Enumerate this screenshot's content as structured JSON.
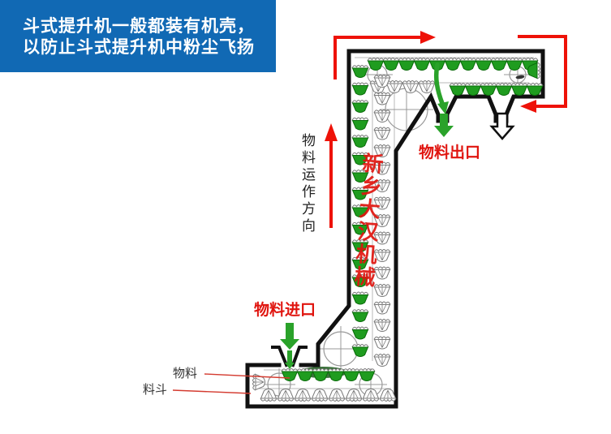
{
  "banner": {
    "line1": "斗式提升机一般都装有机壳，",
    "line2": "以防止斗式提升机中粉尘飞扬"
  },
  "diagram": {
    "flow_direction_label": "物料运作方向",
    "outlet_label": "物料出口",
    "inlet_label": "物料进口",
    "material_label": "物料",
    "bucket_label": "料斗",
    "watermark": "新乡大汉机械"
  },
  "colors": {
    "banner_bg": "#1169b4",
    "banner_text": "#ffffff",
    "arrow_red": "#ee1208",
    "label_red": "#e0150f",
    "arrow_green": "#2aa22a",
    "bucket_green": "#1f9c1f",
    "bucket_green_dark": "#0a6b0a",
    "casing_black": "#111111",
    "label_text": "#333333"
  }
}
